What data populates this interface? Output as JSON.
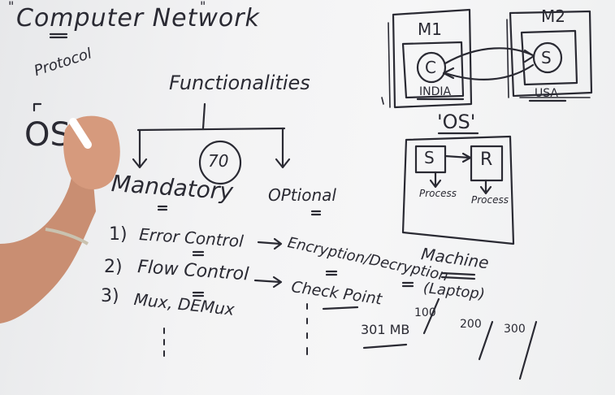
{
  "board": {
    "title": "Computer Network",
    "title_quote": "\"",
    "protocol": "Protocol",
    "os": "OS",
    "functionalities": "Functionalities",
    "count": "70",
    "mandatory": {
      "label": "Mandatory",
      "items": [
        {
          "num": "1)",
          "text": "Error Control"
        },
        {
          "num": "2)",
          "text": "Flow Control"
        },
        {
          "num": "3)",
          "text": "Mux, DEMux"
        }
      ]
    },
    "optional": {
      "label": "OPtional",
      "items": [
        "Encryption/Decryption",
        "Check Point"
      ]
    },
    "size_note": "301 MB",
    "ticks": [
      "100",
      "200",
      "300"
    ],
    "network": {
      "m1": "M1",
      "m2": "M2",
      "client": "C",
      "server": "S",
      "india": "INDIA",
      "usa": "USA"
    },
    "os_box": {
      "label": "'OS'",
      "sender": "S",
      "receiver": "R",
      "process_left": "Process",
      "process_right": "Process",
      "machine": "Machine",
      "laptop": "(Laptop)"
    }
  }
}
